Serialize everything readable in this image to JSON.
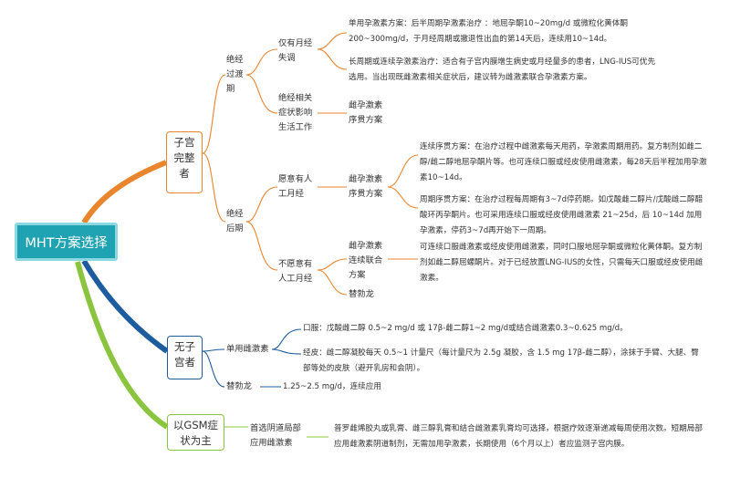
{
  "root": "MHT方案选择",
  "branches": {
    "uterus": {
      "label": "子宫完整者",
      "perimenopause": {
        "label": "绝经过渡期",
        "irregular": {
          "label": "仅有月经失调",
          "p1": "单用孕激素方案：后半周期孕激素治疗 ：地屈孕酮10~20mg/d 或微粒化黄体酮 200~300mg/d，于月经周期或撤退性出血的第14天后，连续用10~14d。",
          "p2": "长周期或连续孕激素治疗：适合有子宫内膜增生病史或月经量多的患者，LNG-IUS可优先选用。当出现既雌激素相关症状后，建议转为雌激素联合孕激素方案。"
        },
        "symptoms": {
          "label": "绝经相关症状影响生活工作",
          "plan": "雌孕激素序贯方案"
        }
      },
      "postmenopause": {
        "label": "绝经后期",
        "want": {
          "label": "愿意有人工月经",
          "plan": "雌孕激素序贯方案",
          "p1": "连续序贯方案：在治疗过程中雌激素每天用药，孕激素周期用药。复方制剂如雌二醇/雌二醇地屈孕酮片等。也可连续口服或经皮使用雌激素，每28天后半程加用孕激素10~14d。",
          "p2": "周期序贯方案：在治疗过程每周期有3~7d停药期。如戊酸雌二醇片/戊酸雌二醇醋酸环丙孕酮片。也可采用连续口服或经皮使用雌激素 21~25d，后 10~14d 加用孕激素，停药3~7d再开始下一周期。"
        },
        "nowant": {
          "label": "不愿意有人工月经",
          "plan": "雌孕激素连续联合方案",
          "plan_text": "可连续口服雌激素或经皮使用雌激素，同时口服地屈孕酮或微粒化黄体酮。复方制剂如雌二醇屈螺酮片。对于已经放置LNG-IUS的女性，只需每天口服或经皮使用雌激素。",
          "tibolone": "替勃龙"
        }
      }
    },
    "nouterus": {
      "label": "无子宫者",
      "estrogen": {
        "label": "单用雌激素",
        "oral": "口服：戊酸雌二醇 0.5~2 mg/d 或 17β-雌二醇1~2 mg/d或结合雌激素0.3~0.625 mg/d。",
        "trans": "经皮：雌二醇凝胶每天 0.5~1 计量尺（每计量尺为 2.5g 凝胶，含 1.5 mg 17β-雌二醇），涂抹于手臂、大腿、臀部等处的皮肤（避开乳房和会阴）。"
      },
      "tibolone": {
        "label": "替勃龙",
        "dose": "1.25~2.5 mg/d，连续应用"
      }
    },
    "gsm": {
      "label": "以GSM症状为主",
      "local": "首选阴道局部应用雌激素",
      "text": "普罗雌烯胶丸或乳膏、雌三醇乳膏和结合雌激素乳膏均可选择，根据疗效逐渐递减每周使用次数。短期局部应用雌激素阴道制剂，无需加用孕激素，长期使用（6个月以上）者应监测子宫内膜。"
    }
  },
  "colors": {
    "root": "#1fa2b1",
    "uterus": "#e8852d",
    "nouterus": "#1d5d9f",
    "gsm": "#8bc53f"
  }
}
